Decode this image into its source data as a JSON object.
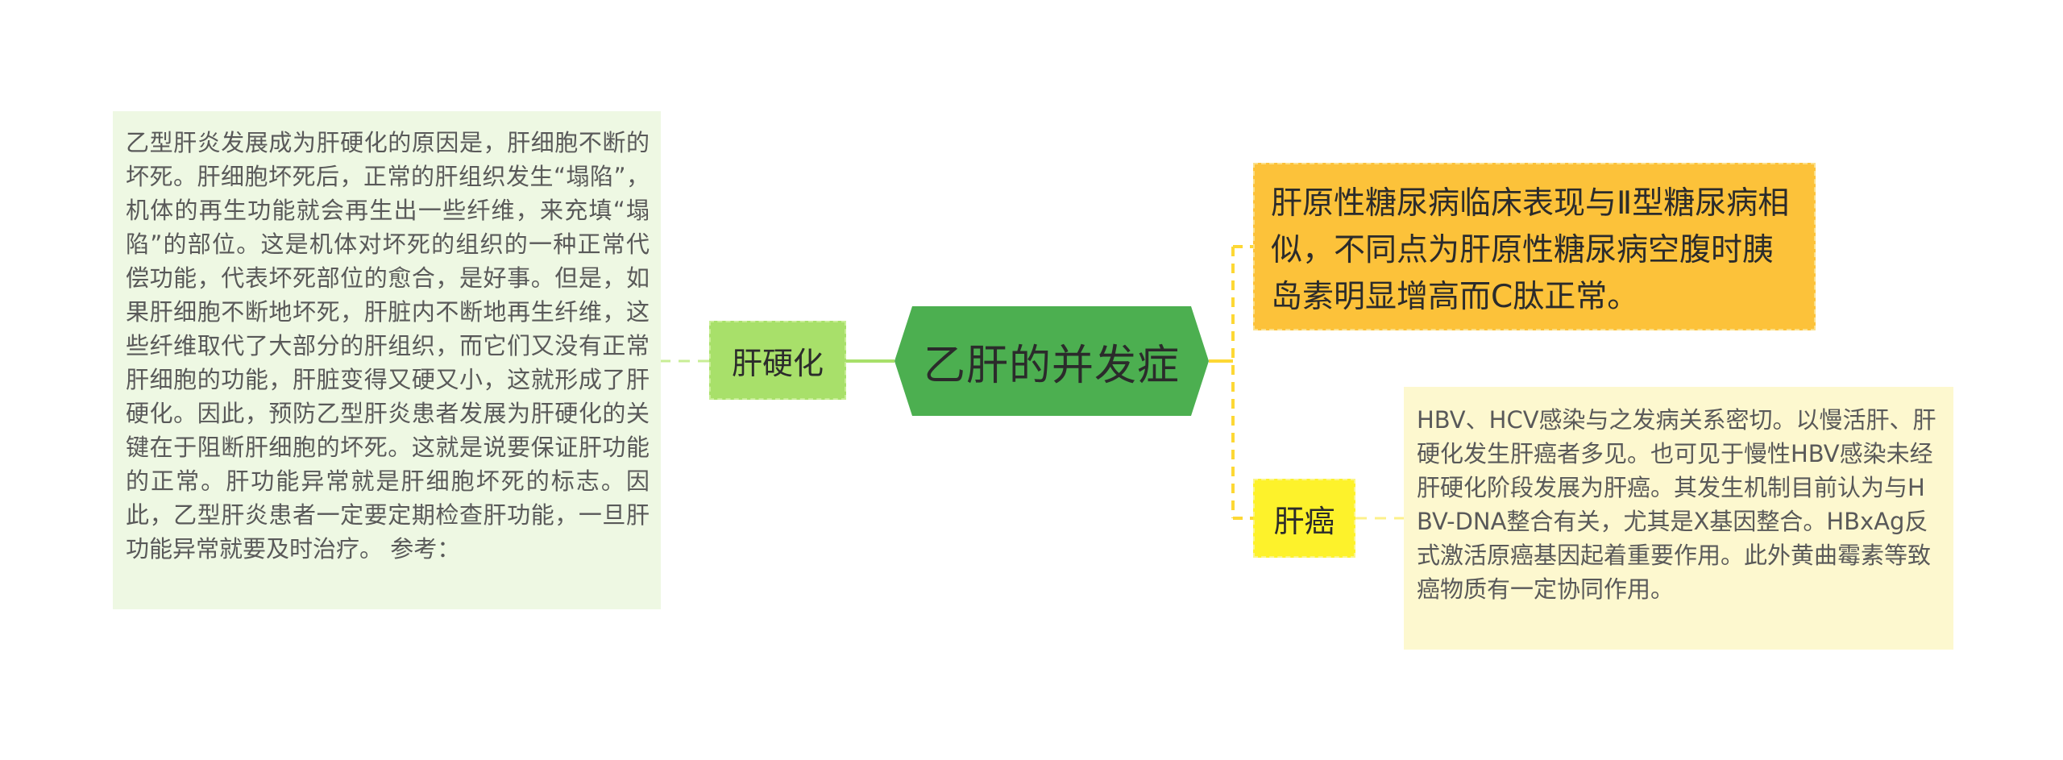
{
  "root": {
    "label": "乙肝的并发症",
    "color": "#4caf50"
  },
  "branches": [
    {
      "label": "肝硬化",
      "color": "#a8e06a",
      "detail": "乙型肝炎发展成为肝硬化的原因是，肝细胞不断的坏死。肝细胞坏死后，正常的肝组织发生“塌陷”，机体的再生功能就会再生出一些纤维，来充填“塌陷”的部位。这是机体对坏死的组织的一种正常代偿功能，代表坏死部位的愈合，是好事。但是，如果肝细胞不断地坏死，肝脏内不断地再生纤维，这些纤维取代了大部分的肝组织，而它们又没有正常肝细胞的功能，肝脏变得又硬又小，这就形成了肝硬化。因此，预防乙型肝炎患者发展为肝硬化的关键在于阻断肝细胞的坏死。这就是说要保证肝功能的正常。肝功能异常就是肝细胞坏死的标志。因此，乙型肝炎患者一定要定期检查肝功能，一旦肝功能异常就要及时治疗。 参考："
    },
    {
      "label": "肝原性糖尿病临床表现与Ⅱ型糖尿病相似，不同点为肝原性糖尿病空腹时胰岛素明显增高而C肽正常。",
      "color": "#fcc23a"
    },
    {
      "label": "肝癌",
      "color": "#fdf22b",
      "detail": "HBV、HCV感染与之发病关系密切。以慢活肝、肝硬化发生肝癌者多见。也可见于慢性HBV感染未经肝硬化阶段发展为肝癌。其发生机制目前认为与HBV-DNA整合有关，尤其是X基因整合。HBxAg反式激活原癌基因起着重要作用。此外黄曲霉素等致癌物质有一定协同作用。"
    }
  ],
  "colors": {
    "left_connector": "#a8e06a",
    "right_connector": "#fdd835",
    "left_leaf_bg": "#eef8e3",
    "right_leaf_bg": "#fdf8cf"
  }
}
